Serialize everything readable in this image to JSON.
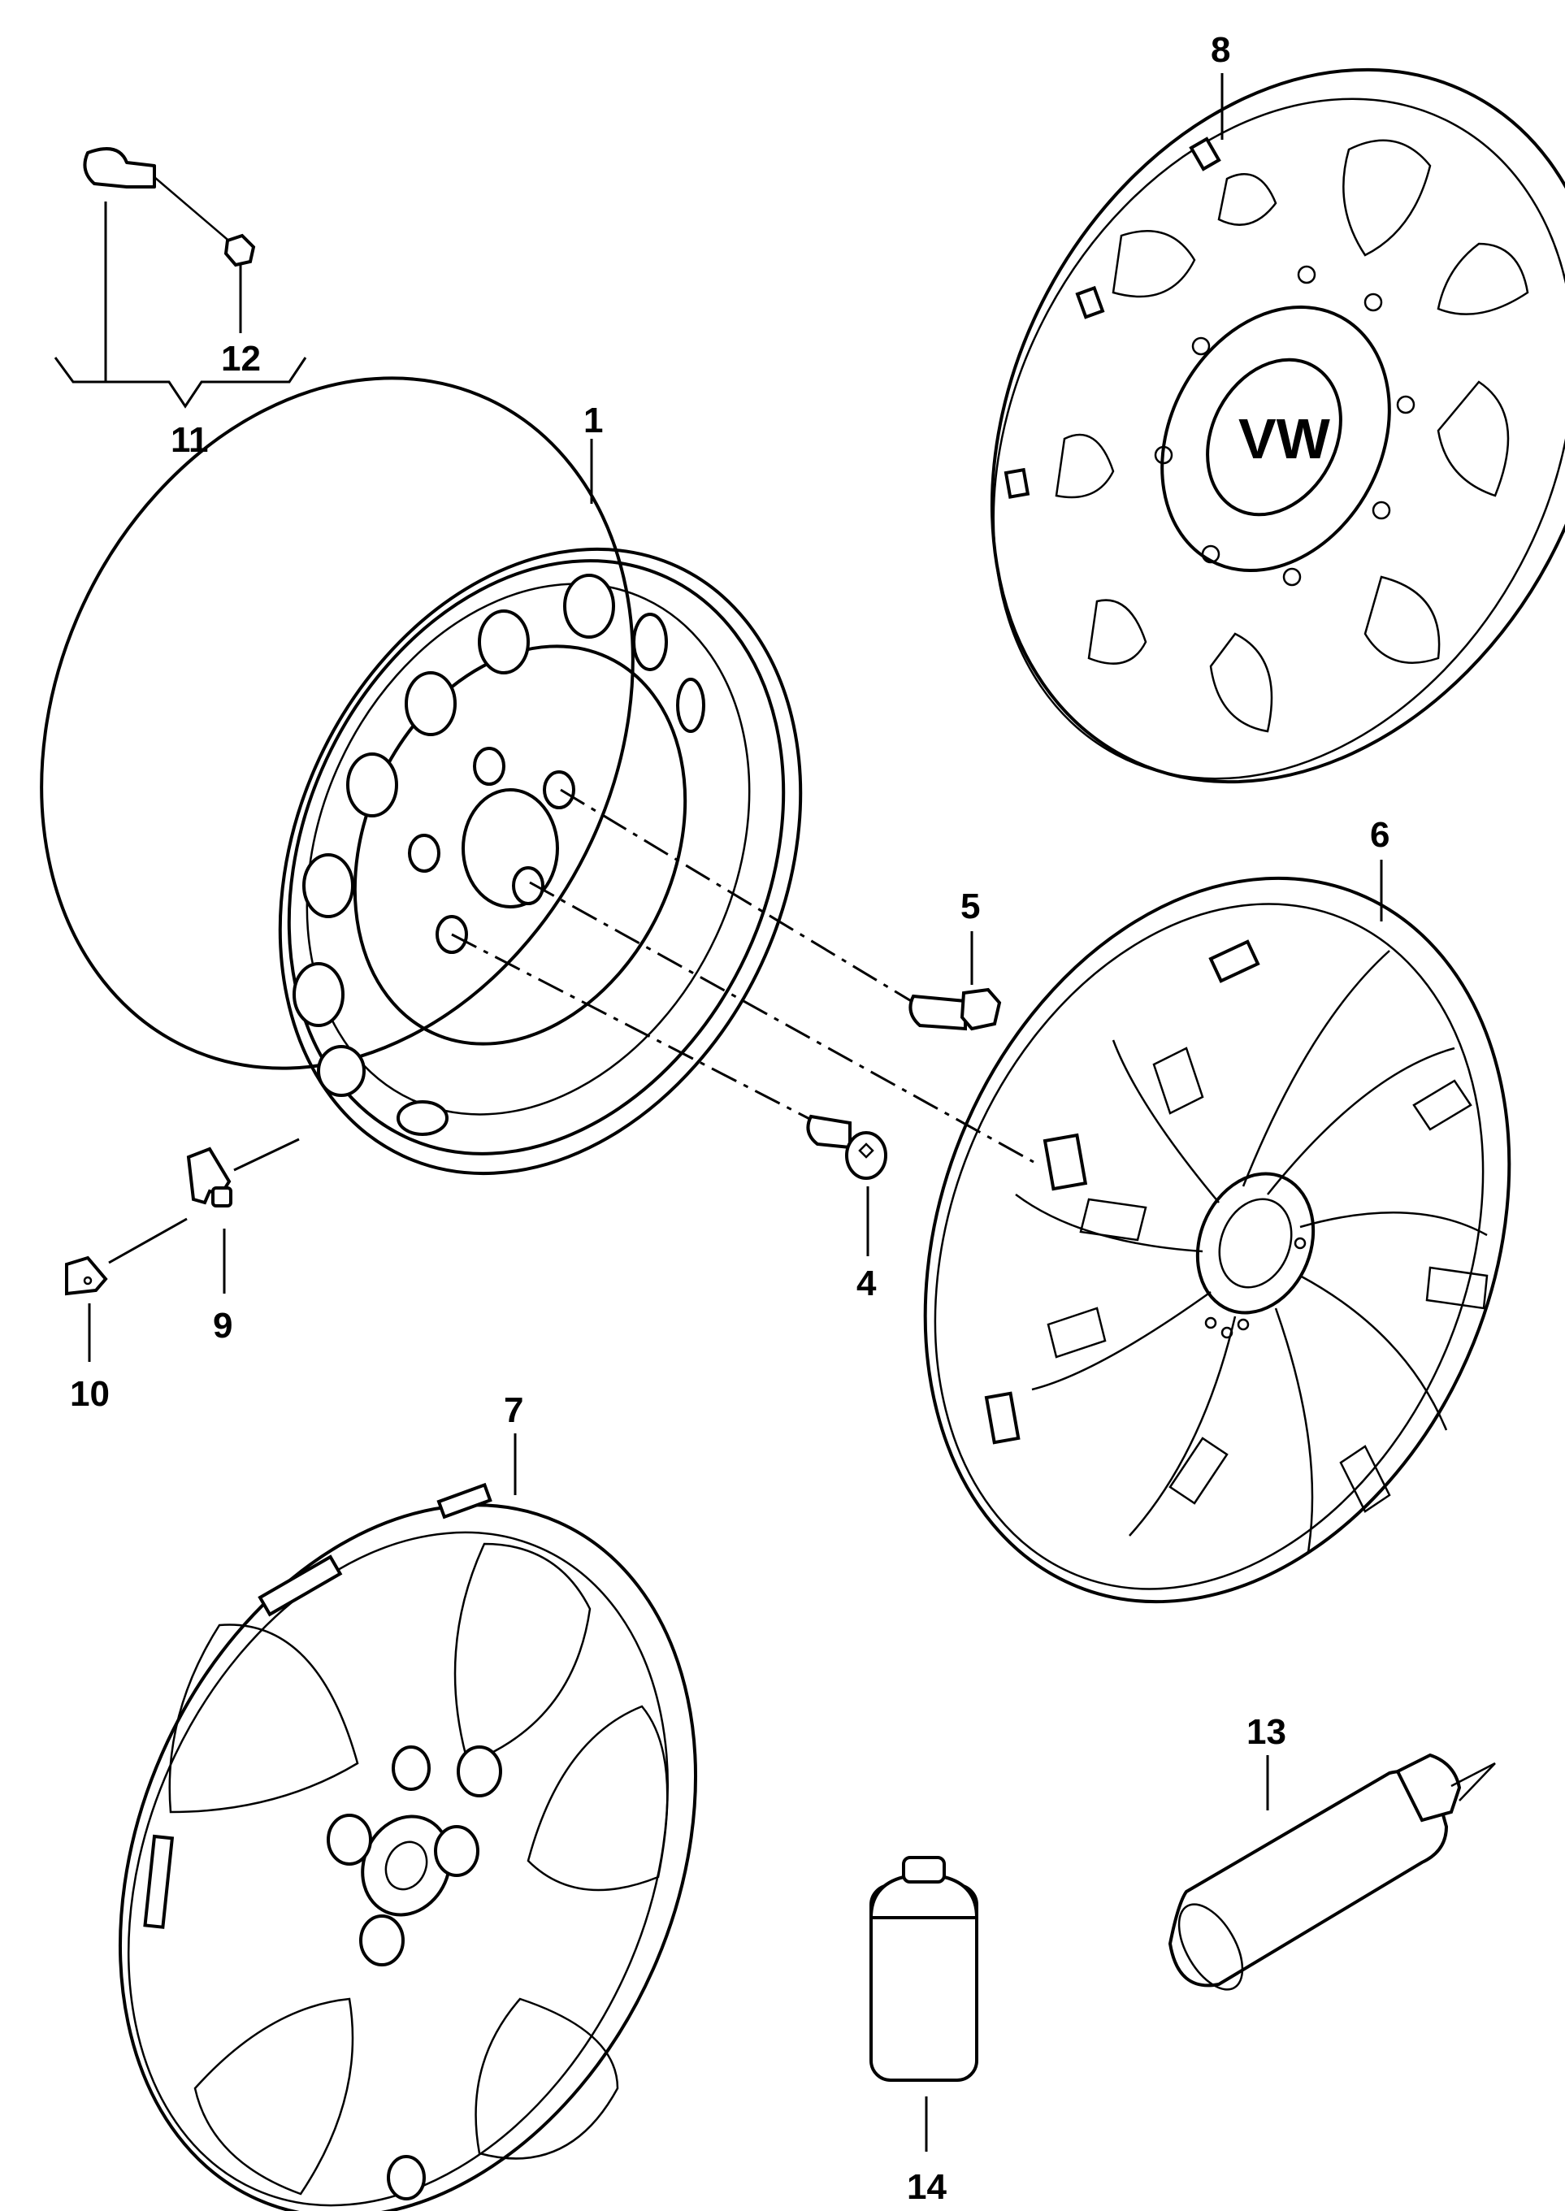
{
  "callouts": {
    "c1": "1",
    "c4": "4",
    "c5": "5",
    "c6": "6",
    "c7": "7",
    "c8": "8",
    "c9": "9",
    "c10": "10",
    "c11": "11",
    "c12": "12",
    "c13": "13",
    "c14": "14"
  },
  "logo_text": "VW"
}
